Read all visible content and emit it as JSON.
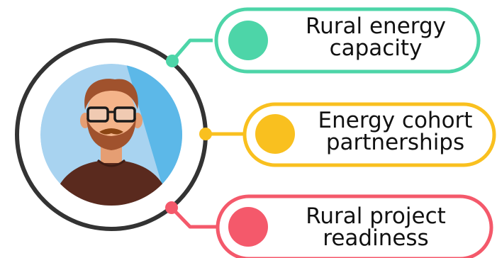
{
  "avatar": {
    "name": "bearded man with glasses avatar",
    "colors": {
      "ring": "#333333",
      "background_circle": "#a8d3f0",
      "background_shade": "#5cb8e8",
      "skin": "#f4b48a",
      "hair": "#a0522d",
      "beard": "#a0522d",
      "shirt": "#5a2a1e",
      "glasses": "#1a1a1a"
    }
  },
  "items": [
    {
      "line1": "Rural energy",
      "line2": "capacity",
      "accent_color": "#4dd5a8",
      "icon": "mint-dot-icon"
    },
    {
      "line1": "Energy cohort",
      "line2": "partnerships",
      "accent_color": "#f9c01f",
      "icon": "yellow-dot-icon"
    },
    {
      "line1": "Rural project",
      "line2": "readiness",
      "accent_color": "#f4596b",
      "icon": "red-dot-icon"
    }
  ]
}
